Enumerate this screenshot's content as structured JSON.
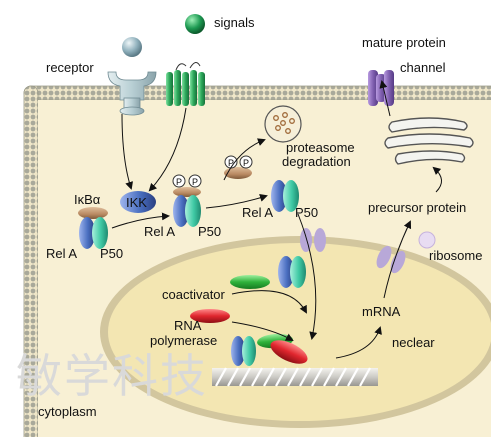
{
  "labels": {
    "signals": "signals",
    "receptor": "receptor",
    "mature_protein": "mature protein",
    "channel": "channel",
    "proteasome": "proteasome",
    "degradation": "degradation",
    "ikba": "IκBα",
    "ikk": "IKK",
    "rel_a_left": "Rel A",
    "p50_left": "P50",
    "rel_a_mid": "Rel A",
    "p50_mid": "P50",
    "rel_a_right": "Rel A",
    "p50_right": "P50",
    "phospho": "P",
    "precursor_protein": "precursor protein",
    "ribosome": "ribosome",
    "coactivator": "coactivator",
    "rna": "RNA",
    "polymerase": "polymerase",
    "mrna": "mRNA",
    "nuclear": "neclear",
    "cytoplasm": "cytoplasm",
    "watermark": "敏学科技"
  },
  "colors": {
    "cytoplasm_fill": "#f8f0d4",
    "membrane": "#b8b8a8",
    "nucleus_fill": "#f3e6b2",
    "rel_a_blue": "#4a6fc0",
    "p50_green": "#3fc9a4",
    "ikba_brown": "#b98a62",
    "ikk_blue": "#5a7fd8",
    "coactivator_green": "#2fb23b",
    "polymerase_red": "#e0262e",
    "channel_purple": "#8060b0",
    "signal_green": "#1d9a52",
    "pore_lavender": "#b8a8d8"
  }
}
